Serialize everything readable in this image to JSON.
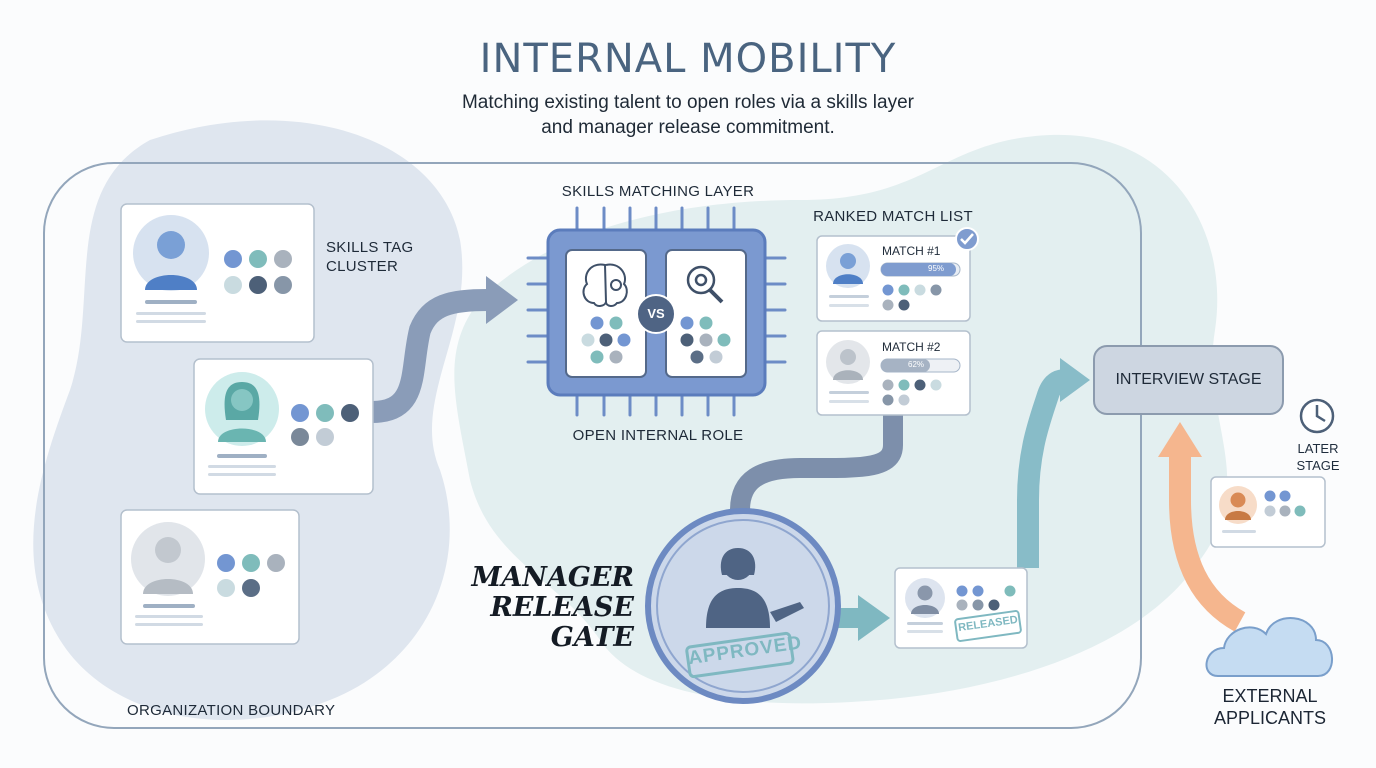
{
  "header": {
    "title": "INTERNAL MOBILITY",
    "subtitle_line1": "Matching existing talent to open roles via a skills layer",
    "subtitle_line2": "and manager release commitment."
  },
  "labels": {
    "skills_tag_cluster_line1": "SKILLS TAG",
    "skills_tag_cluster_line2": "CLUSTER",
    "skills_matching_layer": "SKILLS MATCHING LAYER",
    "open_internal_role": "OPEN INTERNAL ROLE",
    "ranked_match_list": "RANKED MATCH LIST",
    "organization_boundary": "ORGANIZATION BOUNDARY",
    "vs": "VS",
    "manager_gate_line1": "MANAGER",
    "manager_gate_line2": "RELEASE",
    "manager_gate_line3": "GATE",
    "approved_stamp": "APPROVED",
    "released_stamp": "RELEASED",
    "interview_stage": "INTERVIEW STAGE",
    "later_stage_line1": "LATER",
    "later_stage_line2": "STAGE",
    "external_line1": "EXTERNAL",
    "external_line2": "APPLICANTS"
  },
  "matches": [
    {
      "title": "MATCH #1",
      "score_label": "95%",
      "score": 0.95
    },
    {
      "title": "MATCH #2",
      "score_label": "62%",
      "score": 0.62
    }
  ],
  "colors": {
    "accent_blue": "#6d8fc9",
    "teal": "#7fbcbb",
    "slate": "#4d6078",
    "gray": "#a9b2bd",
    "arrow_blue": "#7f93b3",
    "arrow_teal": "#86bcc7",
    "arrow_orange": "#f5b68e"
  },
  "icons": [
    "person-icon",
    "brain-gear-icon",
    "search-gear-icon",
    "check-icon",
    "clock-icon",
    "cloud-icon",
    "manager-icon"
  ]
}
